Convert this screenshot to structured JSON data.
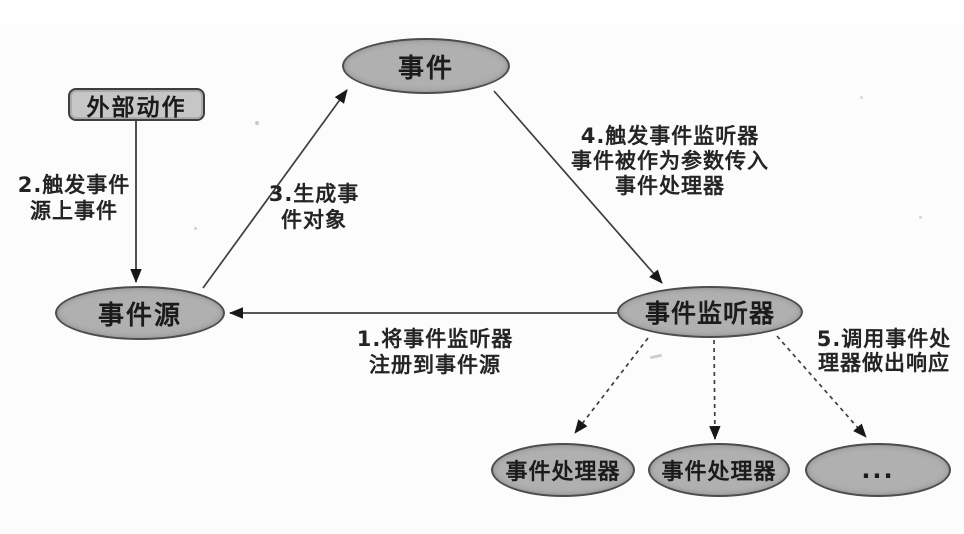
{
  "figure": {
    "kind": "event-handling flow diagram",
    "language": "zh-CN"
  },
  "colors": {
    "node_fill": "#b0b0b0",
    "rect_fill": "#c6c6c6",
    "node_border": "#4c4c4c",
    "edge_color": "#3f3f3f",
    "text_color": "#1b1b1b",
    "background": "#fcfcfc"
  },
  "nodes": {
    "event": {
      "label": "事件",
      "shape": "ellipse"
    },
    "external_action": {
      "label": "外部动作",
      "shape": "rounded-rect"
    },
    "event_source": {
      "label": "事件源",
      "shape": "ellipse"
    },
    "event_listener": {
      "label": "事件监听器",
      "shape": "ellipse"
    },
    "handler1": {
      "label": "事件处理器",
      "shape": "ellipse"
    },
    "handler2": {
      "label": "事件处理器",
      "shape": "ellipse"
    },
    "handler3": {
      "label": "...",
      "shape": "ellipse"
    }
  },
  "edge_labels": {
    "step1": {
      "line1": "1.将事件监听器",
      "line2": "注册到事件源"
    },
    "step2": {
      "line1": "2.触发事件",
      "line2": "源上事件"
    },
    "step3": {
      "line1": "3.生成事",
      "line2": "件对象"
    },
    "step4": {
      "line1": "4.触发事件监听器",
      "line2": "事件被作为参数传入",
      "line3": "事件处理器"
    },
    "step5": {
      "line1": "5.调用事件处",
      "line2": "理器做出响应"
    }
  },
  "edges": [
    {
      "from": "external_action",
      "to": "event_source",
      "style": "solid",
      "label_ref": "step2"
    },
    {
      "from": "event_source",
      "to": "event",
      "style": "solid",
      "label_ref": "step3"
    },
    {
      "from": "event",
      "to": "event_listener",
      "style": "solid",
      "label_ref": "step4"
    },
    {
      "from": "event_listener",
      "to": "event_source",
      "style": "solid",
      "label_ref": "step1"
    },
    {
      "from": "event_listener",
      "to": "handler1",
      "style": "dashed",
      "label_ref": "step5"
    },
    {
      "from": "event_listener",
      "to": "handler2",
      "style": "dashed",
      "label_ref": "step5"
    },
    {
      "from": "event_listener",
      "to": "handler3",
      "style": "dashed",
      "label_ref": "step5"
    }
  ]
}
